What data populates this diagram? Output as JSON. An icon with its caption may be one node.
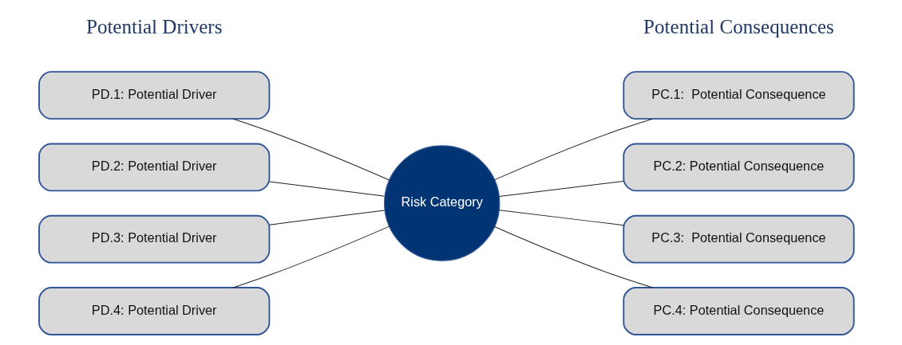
{
  "diagram": {
    "nodes": [
      {
        "text": [
          "PD.1: Potential Driver"
        ]
      },
      {
        "text": [
          "PD.2: Potential Driver"
        ]
      },
      {
        "text": [
          "PD.3: Potential Driver"
        ]
      },
      {
        "text": [
          "PD.4: Potential Driver"
        ]
      },
      {
        "text": [
          "Risk Category"
        ]
      },
      {
        "text": [
          "PC.1:  Potential Consequence"
        ]
      },
      {
        "text": [
          "PC.2: Potential Consequence"
        ]
      },
      {
        "text": [
          "PC.3:  Potential Consequence"
        ]
      },
      {
        "text": [
          "PC.4: Potential Consequence"
        ]
      }
    ],
    "edges": [
      {
        "from": 0,
        "to": 4,
        "arrow": "none"
      },
      {
        "from": 1,
        "to": 4,
        "arrow": "none"
      },
      {
        "from": 2,
        "to": 4,
        "arrow": "none"
      },
      {
        "from": 3,
        "to": 4,
        "arrow": "none"
      },
      {
        "from": 4,
        "to": 5,
        "arrow": "none"
      },
      {
        "from": 4,
        "to": 6,
        "arrow": "none"
      },
      {
        "from": 4,
        "to": 7,
        "arrow": "none"
      },
      {
        "from": 4,
        "to": 8,
        "arrow": "none"
      }
    ],
    "labels": [
      "Potential Drivers",
      "Potential Consequences"
    ]
  }
}
